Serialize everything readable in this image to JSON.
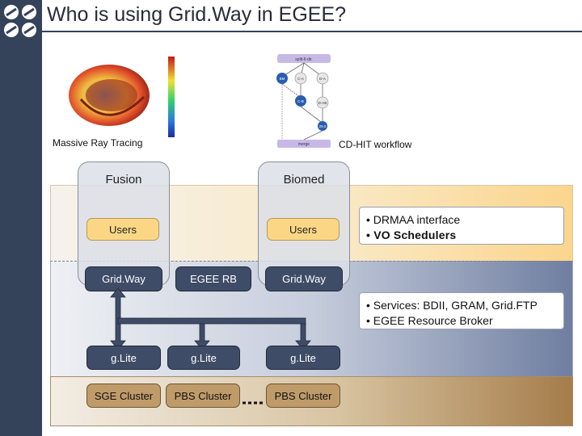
{
  "title": "Who is using Grid.Way in EGEE?",
  "images": {
    "left_caption": "Massive Ray Tracing",
    "right_caption": "CD-HIT workflow",
    "workflow_nodes": [
      "split-Il-dir.",
      "BM",
      "C-A",
      "D-A",
      "C-B",
      "D-AB",
      "25.0",
      "merge"
    ]
  },
  "columns": {
    "fusion": "Fusion",
    "biomed": "Biomed"
  },
  "boxes": {
    "users_left": "Users",
    "users_right": "Users",
    "gridway_left": "Grid.Way",
    "egee_rb": "EGEE RB",
    "gridway_right": "Grid.Way",
    "glite_1": "g.Lite",
    "glite_2": "g.Lite",
    "glite_3": "g.Lite",
    "cluster_sge": "SGE Cluster",
    "cluster_pbs_1": "PBS Cluster",
    "cluster_pbs_2": "PBS Cluster"
  },
  "notes": {
    "interface": [
      "• DRMAA interface",
      "• VO Schedulers"
    ],
    "services": [
      "• Services: BDII, GRAM, Grid.FTP",
      "• EGEE Resource Broker"
    ]
  },
  "colors": {
    "sidebar": "#35435a",
    "user_box": "#fbd785",
    "dark_box": "#3f4c67",
    "cluster_box": "#c09b6a"
  }
}
